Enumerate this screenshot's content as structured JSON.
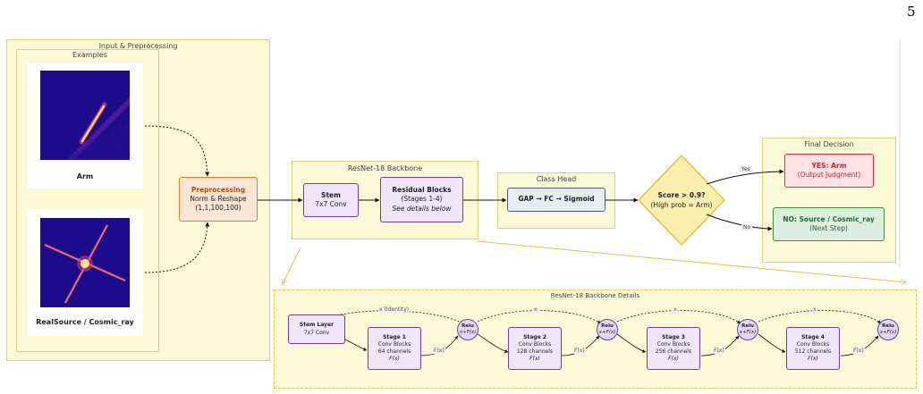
{
  "page_number": "5",
  "input_panel": {
    "title": "Input & Preprocessing",
    "examples_title": "Examples",
    "example1_label": "Arm",
    "example2_label": "RealSource / Cosmic_ray"
  },
  "preprocessing": {
    "title": "Preprocessing",
    "line1": "Norm & Reshape",
    "line2": "(1,1,100,100)"
  },
  "backbone": {
    "title": "ResNet-18 Backbone",
    "stem_title": "Stem",
    "stem_sub": "7x7 Conv",
    "res_title": "Residual Blocks",
    "res_line1": "(Stages 1-4)",
    "res_line2": "See details below"
  },
  "class_head": {
    "title": "Class Head",
    "label": "GAP → FC → Sigmoid"
  },
  "decision": {
    "line1": "Score > 0.9?",
    "line2": "(High prob = Arm)",
    "yes": "Yes",
    "no": "No"
  },
  "final": {
    "title": "Final Decision",
    "yes_title": "YES: Arm",
    "yes_sub": "(Output Judgment)",
    "no_title": "NO: Source / Cosmic_ray",
    "no_sub": "(Next Step)"
  },
  "details": {
    "title": "ResNet-18 Backbone Details",
    "stem_title": "Stem Layer",
    "stem_sub": "7x7 Conv",
    "identity_label": "x (Identity)",
    "x_label": "x",
    "fx_label": "F(x)",
    "relu_label": "Relu",
    "relu_sub": "x+F(x)",
    "stages": [
      {
        "title": "Stage 1",
        "line1": "Conv Blocks",
        "line2": "64 channels",
        "line3": "F(x)"
      },
      {
        "title": "Stage 2",
        "line1": "Conv Blocks",
        "line2": "128 channels",
        "line3": "F(x)"
      },
      {
        "title": "Stage 3",
        "line1": "Conv Blocks",
        "line2": "256 channels",
        "line3": "F(x)"
      },
      {
        "title": "Stage 4",
        "line1": "Conv Blocks",
        "line2": "512 channels",
        "line3": "F(x)"
      }
    ]
  }
}
